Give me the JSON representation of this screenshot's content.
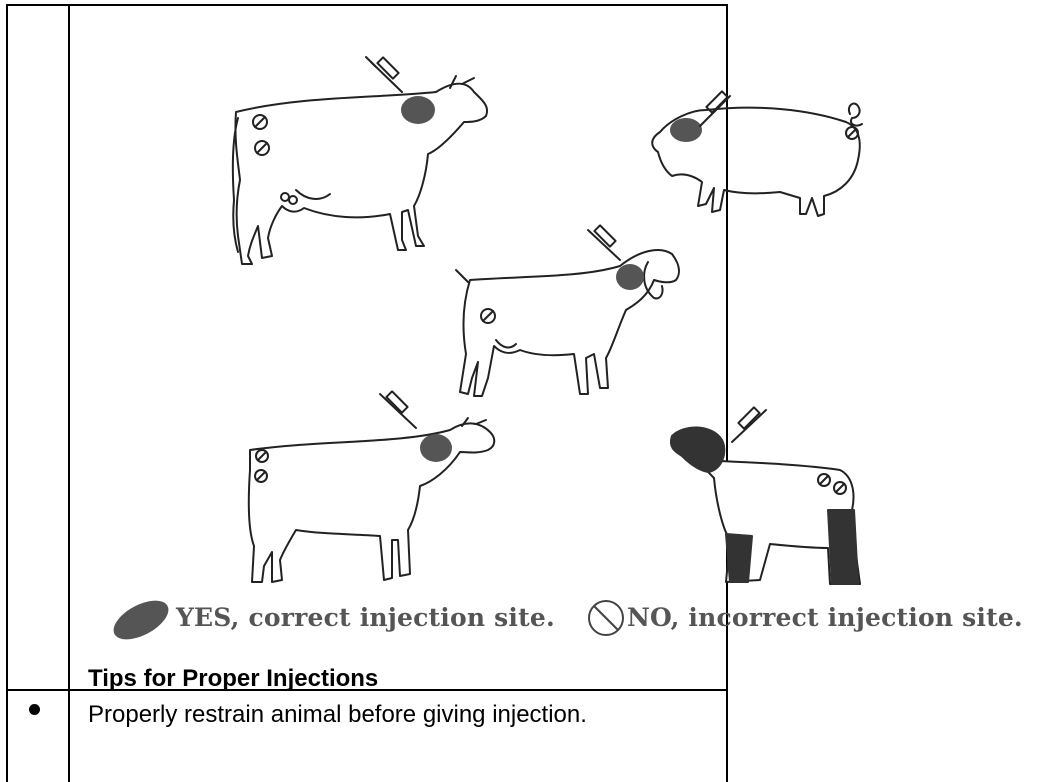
{
  "legend": {
    "yes_label": "YES, correct injection site.",
    "no_label": "NO, incorrect injection site."
  },
  "section": {
    "heading": "Tips for Proper Injections"
  },
  "tips": [
    {
      "text": "Properly restrain animal before giving injection."
    }
  ],
  "animals": [
    "cow",
    "pig",
    "goat",
    "calf",
    "sheep"
  ],
  "colors": {
    "yes_mark": "#555555",
    "line": "#000000"
  }
}
